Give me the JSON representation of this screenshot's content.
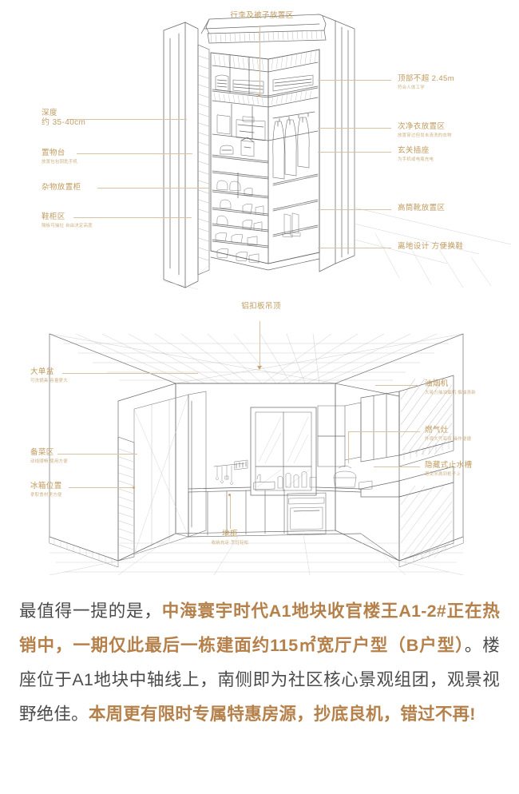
{
  "colors": {
    "label_main": "#c09a5e",
    "label_sub": "#cdb083",
    "leader_line": "#d8c4a4",
    "body_text": "#4a4a4a",
    "highlight_text": "#b5804a",
    "sketch_line": "#5a5a5a",
    "background": "#ffffff"
  },
  "closet_diagram": {
    "name": "entryway-closet-elevation-sketch",
    "top_label": {
      "main": "行李及被子放置区",
      "sub": ""
    },
    "left_labels": [
      {
        "main": "深度",
        "sub": "",
        "second_line": "约 35-40cm"
      },
      {
        "main": "置物台",
        "sub": "放置包包钥匙手机"
      },
      {
        "main": "杂物放置柜",
        "sub": ""
      },
      {
        "main": "鞋柜区",
        "sub": "隔板可抽拉 自由决定高度"
      }
    ],
    "left_label_depth_value": "约 35-40cm",
    "right_labels": [
      {
        "main": "顶部不超 2.45m",
        "sub": "符合人体工学"
      },
      {
        "main": "次净衣放置区",
        "sub": "放置穿过但尚未清洗的衣物"
      },
      {
        "main": "玄关插座",
        "sub": "为手机或电瓶充电"
      },
      {
        "main": "高筒靴放置区",
        "sub": ""
      },
      {
        "main": "离地设计 方便换鞋",
        "sub": ""
      }
    ]
  },
  "kitchen_diagram": {
    "name": "kitchen-perspective-sketch",
    "top_label": {
      "main": "铝扣板吊顶",
      "sub": ""
    },
    "left_labels": [
      {
        "main": "大单盆",
        "sub": "可洗锅具 容量更大"
      },
      {
        "main": "备菜区",
        "sub": "动线顺畅 使用方便"
      },
      {
        "main": "冰箱位置",
        "sub": "拿取食材更方便"
      }
    ],
    "right_labels": [
      {
        "main": "油烟机",
        "sub": "大吸力抽油烟机 烟油清新"
      },
      {
        "main": "燃气灶",
        "sub": "外观大气亚双 操作便捷"
      },
      {
        "main": "隐藏式止水槽",
        "sub": "避免水溅到柜子上"
      }
    ],
    "bottom_label": {
      "main": "地柜",
      "sub": "收纳充足 烹饪轻松"
    }
  },
  "copy": {
    "segments": [
      {
        "text": "最值得一提的是，",
        "highlight": false
      },
      {
        "text": "中海寰宇时代A1地块收官楼王A1-2#正在热销中，一期仅此最后一栋建面约115",
        "highlight": true
      },
      {
        "text": "㎡",
        "highlight": true,
        "sup": ""
      },
      {
        "text": "宽厅户型（B户型）",
        "highlight": true
      },
      {
        "text": "。楼座位于A1地块中轴线上，南侧即为社区核心景观组团，观景视野绝佳。",
        "highlight": false
      },
      {
        "text": "本周更有限时专属特惠房源，抄底良机，错过不再!",
        "highlight": true
      }
    ],
    "line1_plain": "最值得一提的是，",
    "line1_hl": "中海寰宇时代A1地块收官楼王A1-2#正在热销中，一期仅此最后一栋建面约115㎡宽厅户型（B户型）",
    "line2_plain": "。楼座位于A1地块中轴线上，南侧即为社区核心景观组团，观景视野绝佳。",
    "line2_hl": "本周更有限时专属特惠房源，抄底良机，错过不再!"
  }
}
